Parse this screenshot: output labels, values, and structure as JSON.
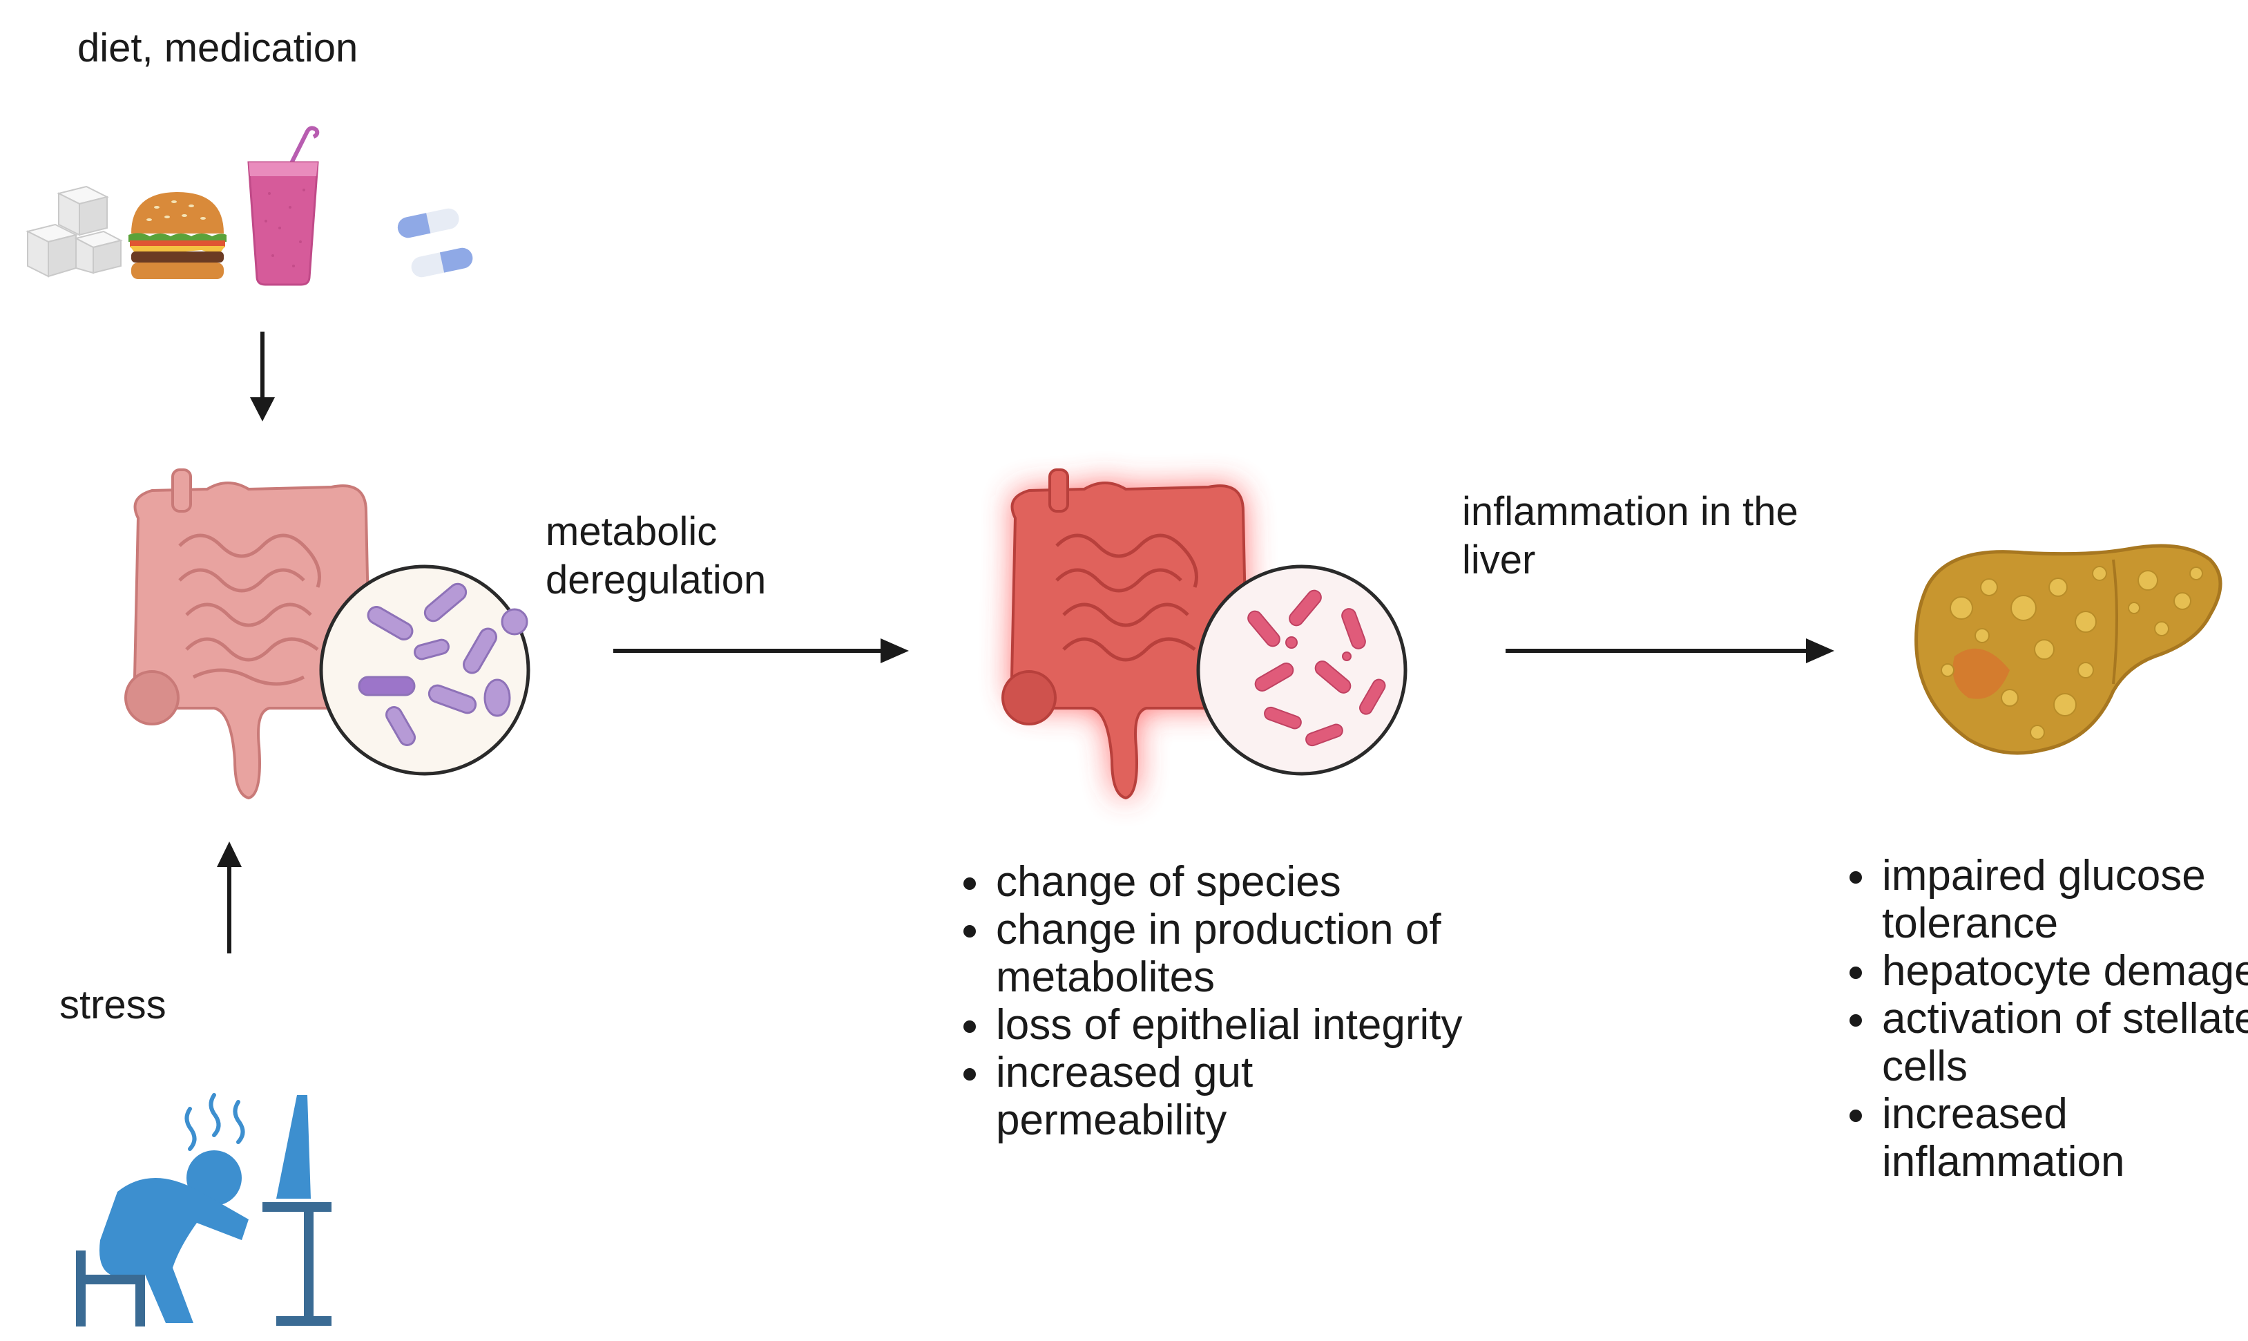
{
  "inputs": {
    "diet_label": "diet, medication",
    "stress_label": "stress"
  },
  "arrows": {
    "metabolic_label": "metabolic deregulation",
    "liver_label": "inflammation in the liver"
  },
  "gut_effects": [
    "change of species",
    "change in production of metabolites",
    "loss of epithelial integrity",
    "increased gut permeability"
  ],
  "liver_effects": [
    "impaired glucose tolerance",
    "hepatocyte demage",
    "activation of stellate cells",
    "increased inflammation"
  ],
  "colors": {
    "healthy_gut": "#e8a3a0",
    "inflamed_gut": "#d9534f",
    "inflamed_glow": "#ff4a4a",
    "liver": "#c8962f",
    "bacteria_healthy": "#b69ad6",
    "bacteria_inflamed": "#e05b7a",
    "person": "#3d8fcf",
    "pill": "#8fa9e6"
  }
}
